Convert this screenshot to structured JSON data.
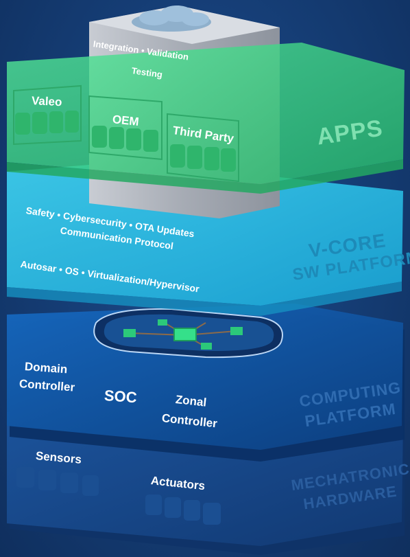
{
  "top_block": {
    "line1": "Integration • Validation",
    "line2": "Testing"
  },
  "apps_layer": {
    "title": "APPS",
    "groups": [
      {
        "label": "Valeo"
      },
      {
        "label": "OEM"
      },
      {
        "label": "Third Party"
      }
    ],
    "color": "#3fd883"
  },
  "vcore_layer": {
    "title_line1": "V-CORE",
    "title_line2": "SW PLATFORM",
    "line1": "Safety • Cybersecurity • OTA Updates",
    "line2": "Communication Protocol",
    "line3": "Autosar • OS • Virtualization/Hypervisor",
    "color": "#2fc6e6"
  },
  "computing_layer": {
    "title_line1": "COMPUTING",
    "title_line2": "PLATFORM",
    "domain_line1": "Domain",
    "domain_line2": "Controller",
    "soc": "SOC",
    "zonal_line1": "Zonal",
    "zonal_line2": "Controller",
    "color": "#0f4f9a"
  },
  "hardware_layer": {
    "title_line1": "MECHATRONIC",
    "title_line2": "HARDWARE",
    "sensors": "Sensors",
    "actuators": "Actuators",
    "color": "#12407f"
  }
}
